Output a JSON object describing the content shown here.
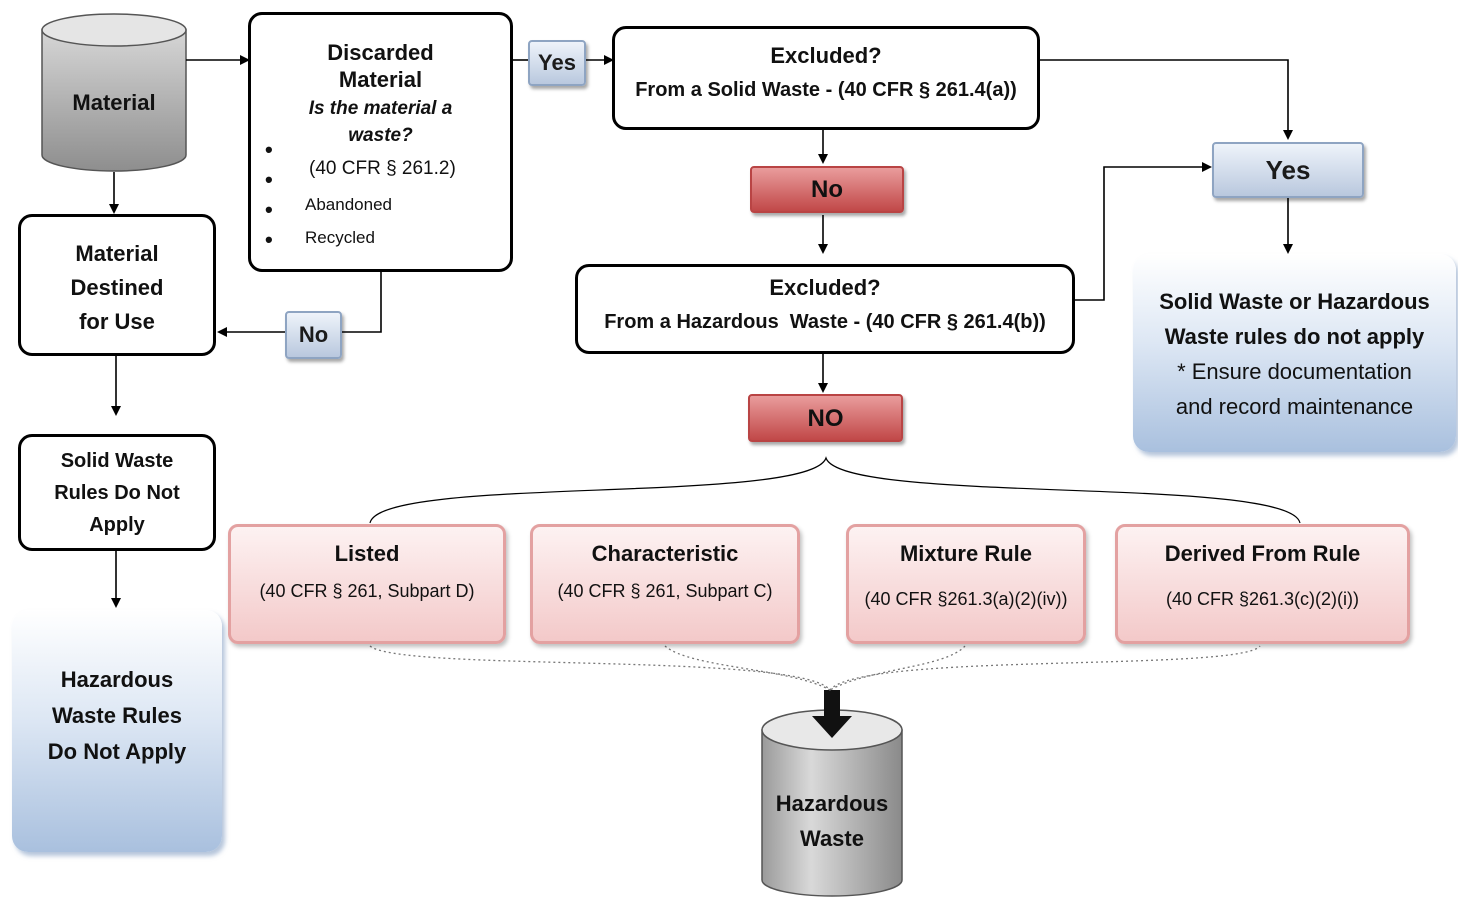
{
  "material": {
    "label": "Material"
  },
  "discarded": {
    "title": "Discarded Material",
    "question": "Is the material a waste?",
    "citation": "(40 CFR § 261.2)",
    "bullets": [
      "Abandoned",
      "Recycled"
    ]
  },
  "yes_tag_1": "Yes",
  "no_tag_1": "No",
  "excluded_solid": {
    "title": "Excluded?",
    "detail": "From a Solid Waste - (40 CFR § 261.4(a))"
  },
  "no_tag_2": "No",
  "excluded_hazardous": {
    "title": "Excluded?",
    "detail": "From a Hazardous  Waste - (40 CFR § 261.4(b))"
  },
  "no_tag_3": "NO",
  "yes_tag_2": "Yes",
  "destined": {
    "label": "Material Destined for Use"
  },
  "solid_rules": {
    "label": "Solid Waste Rules Do Not Apply"
  },
  "hazardous_rules": {
    "label": "Hazardous Waste Rules Do Not Apply"
  },
  "not_apply": {
    "line1": "Solid Waste or Hazardous",
    "line2": "Waste rules do not apply",
    "line3": "* Ensure documentation",
    "line4": "and record maintenance"
  },
  "categories": [
    {
      "title": "Listed",
      "citation": "(40 CFR § 261, Subpart D)"
    },
    {
      "title": "Characteristic",
      "citation": "(40 CFR § 261, Subpart C)"
    },
    {
      "title": "Mixture Rule",
      "citation": "(40 CFR §261.3(a)(2)(iv))"
    },
    {
      "title": "Derived From Rule",
      "citation": "(40 CFR §261.3(c)(2)(i))"
    }
  ],
  "hazardous_waste": {
    "label": "Hazardous Waste"
  },
  "colors": {
    "no_red": "#c14848",
    "yes_blue": "#b9c8de",
    "category_pink": "#f3c9c9",
    "cylinder_gray": "#9a9a9a"
  }
}
